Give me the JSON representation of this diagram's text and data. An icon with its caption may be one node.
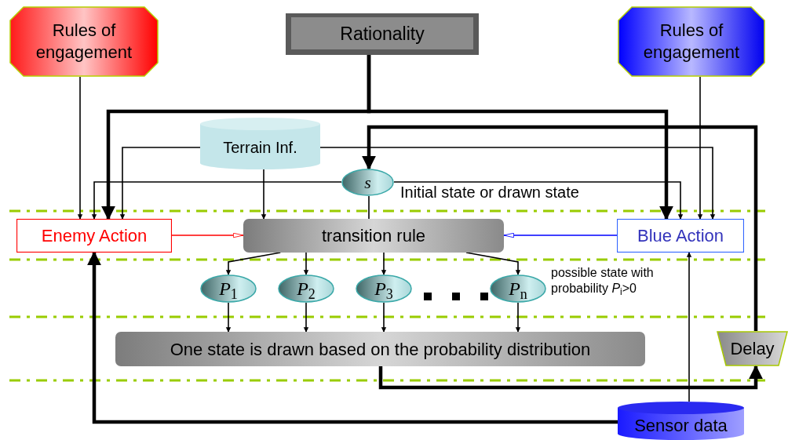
{
  "diagram": {
    "nodes": [
      {
        "text": [
          "Rules of engagement"
        ]
      },
      {
        "text": [
          "Rationality"
        ]
      },
      {
        "text": [
          "Rules of engagement"
        ]
      },
      {
        "text": [
          "Terrain Inf."
        ]
      },
      {
        "text": [
          "*s*"
        ],
        "beside": [
          "Initial state or drawn state"
        ]
      },
      {
        "text": [
          "Enemy Action"
        ]
      },
      {
        "text": [
          "transition rule"
        ]
      },
      {
        "text": [
          "Blue Action"
        ]
      },
      {
        "text": [
          "*P*$_{1}$"
        ]
      },
      {
        "text": [
          "*P*$_{2}$"
        ]
      },
      {
        "text": [
          "*P*$_{3}$"
        ]
      },
      {
        "text": [
          "*P*$_{n}$"
        ],
        "beside": [
          "possible state with probability *P*$_{i}$>0"
        ]
      },
      {
        "text": [
          "One state is drawn based on the probability distribution"
        ]
      },
      {
        "text": [
          "Delay"
        ]
      },
      {
        "text": [
          "Sensor data"
        ]
      }
    ],
    "edges": [
      {
        "from": 0,
        "to": 5,
        "arrow": "to"
      },
      {
        "from": 1,
        "to": 5,
        "arrow": "to",
        "style": "thick"
      },
      {
        "from": 1,
        "to": 7,
        "arrow": "to",
        "style": "thick"
      },
      {
        "from": 3,
        "to": 5,
        "arrow": "to"
      },
      {
        "from": 3,
        "to": 6,
        "arrow": "to"
      },
      {
        "from": 3,
        "to": 7,
        "arrow": "to"
      },
      {
        "from": 4,
        "to": 5,
        "arrow": "to"
      },
      {
        "from": 4,
        "to": 7,
        "arrow": "to"
      },
      {
        "from": 4,
        "to": 6,
        "arrow": "none"
      },
      {
        "from": 2,
        "to": 7,
        "arrow": "to"
      },
      {
        "from": 5,
        "to": 6,
        "arrow": "to",
        "color": "#ff0000"
      },
      {
        "from": 7,
        "to": 6,
        "arrow": "to",
        "color": "#0000ff"
      },
      {
        "from": 6,
        "to": 8,
        "arrow": "to"
      },
      {
        "from": 6,
        "to": 9,
        "arrow": "to"
      },
      {
        "from": 6,
        "to": 10,
        "arrow": "to"
      },
      {
        "from": 6,
        "to": 11,
        "arrow": "to"
      },
      {
        "from": 8,
        "to": 12,
        "arrow": "to"
      },
      {
        "from": 9,
        "to": 12,
        "arrow": "to"
      },
      {
        "from": 10,
        "to": 12,
        "arrow": "to"
      },
      {
        "from": 11,
        "to": 12,
        "arrow": "to"
      },
      {
        "from": 12,
        "to": 13,
        "arrow": "to",
        "style": "thick"
      },
      {
        "from": 13,
        "to": 4,
        "arrow": "to",
        "style": "thick"
      },
      {
        "from": 14,
        "to": 5,
        "arrow": "to",
        "style": "thick"
      },
      {
        "from": 14,
        "to": 7,
        "arrow": "to"
      }
    ]
  }
}
